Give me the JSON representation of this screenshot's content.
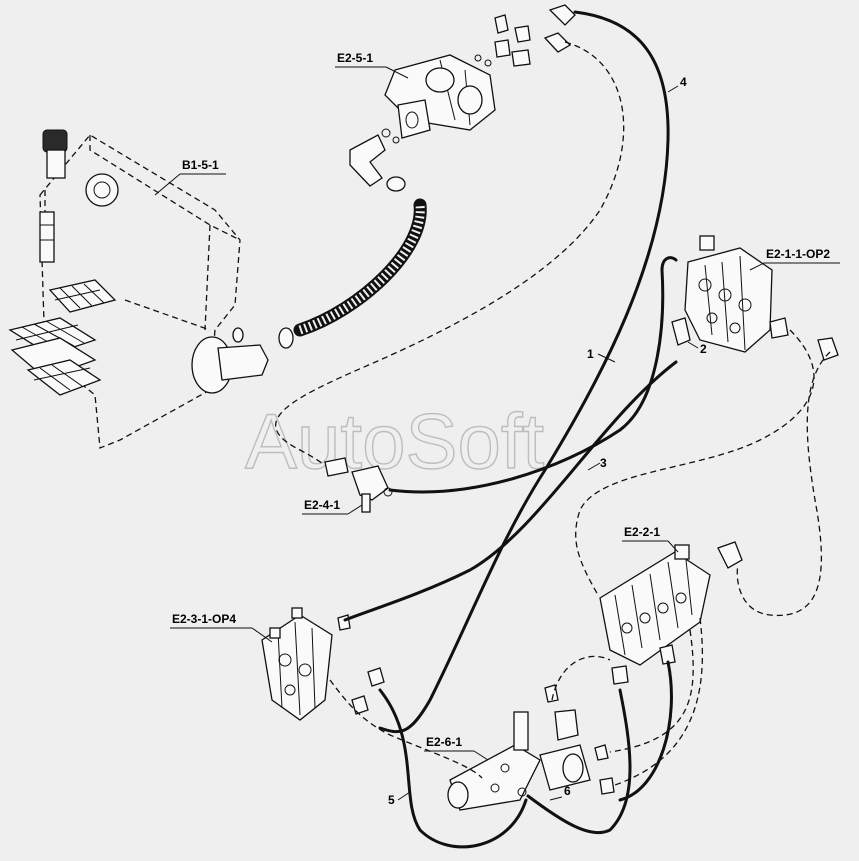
{
  "watermark": "AutoSoft",
  "components": {
    "pump": "E2-5-1",
    "tank": "B1-5-1",
    "valve_front": "E2-1-1-OP2",
    "valve_middle": "E2-2-1",
    "valve_rear": "E2-3-1-OP4",
    "filter_block": "E2-6-1",
    "tee_fitting": "E2-4-1"
  },
  "hoses": {
    "h1": "1",
    "h2": "2",
    "h3": "3",
    "h4": "4",
    "h5": "5",
    "h6": "6"
  },
  "colors": {
    "background": "#efefef",
    "line": "#111111",
    "watermark": "#bdbdbd"
  }
}
